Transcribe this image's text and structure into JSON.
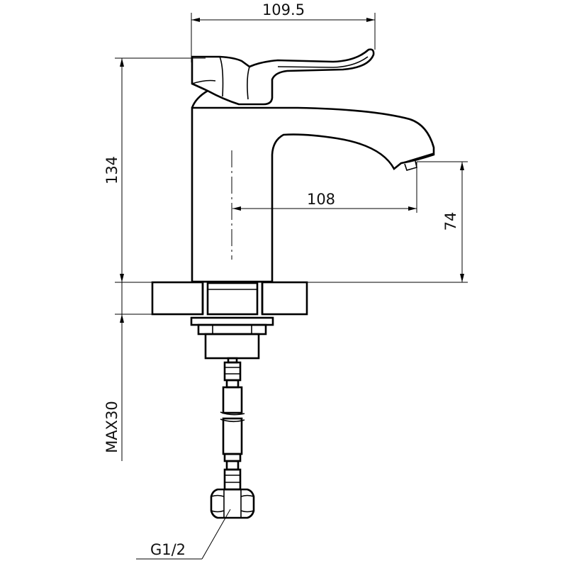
{
  "drawing": {
    "dimensions": {
      "overall_width": "109.5",
      "height_to_handle": "134",
      "spout_reach": "108",
      "spout_height": "74",
      "max_counter_thickness": "MAX30",
      "thread_size": "G1/2"
    },
    "colors": {
      "line": "#000000",
      "background": "#ffffff"
    }
  }
}
